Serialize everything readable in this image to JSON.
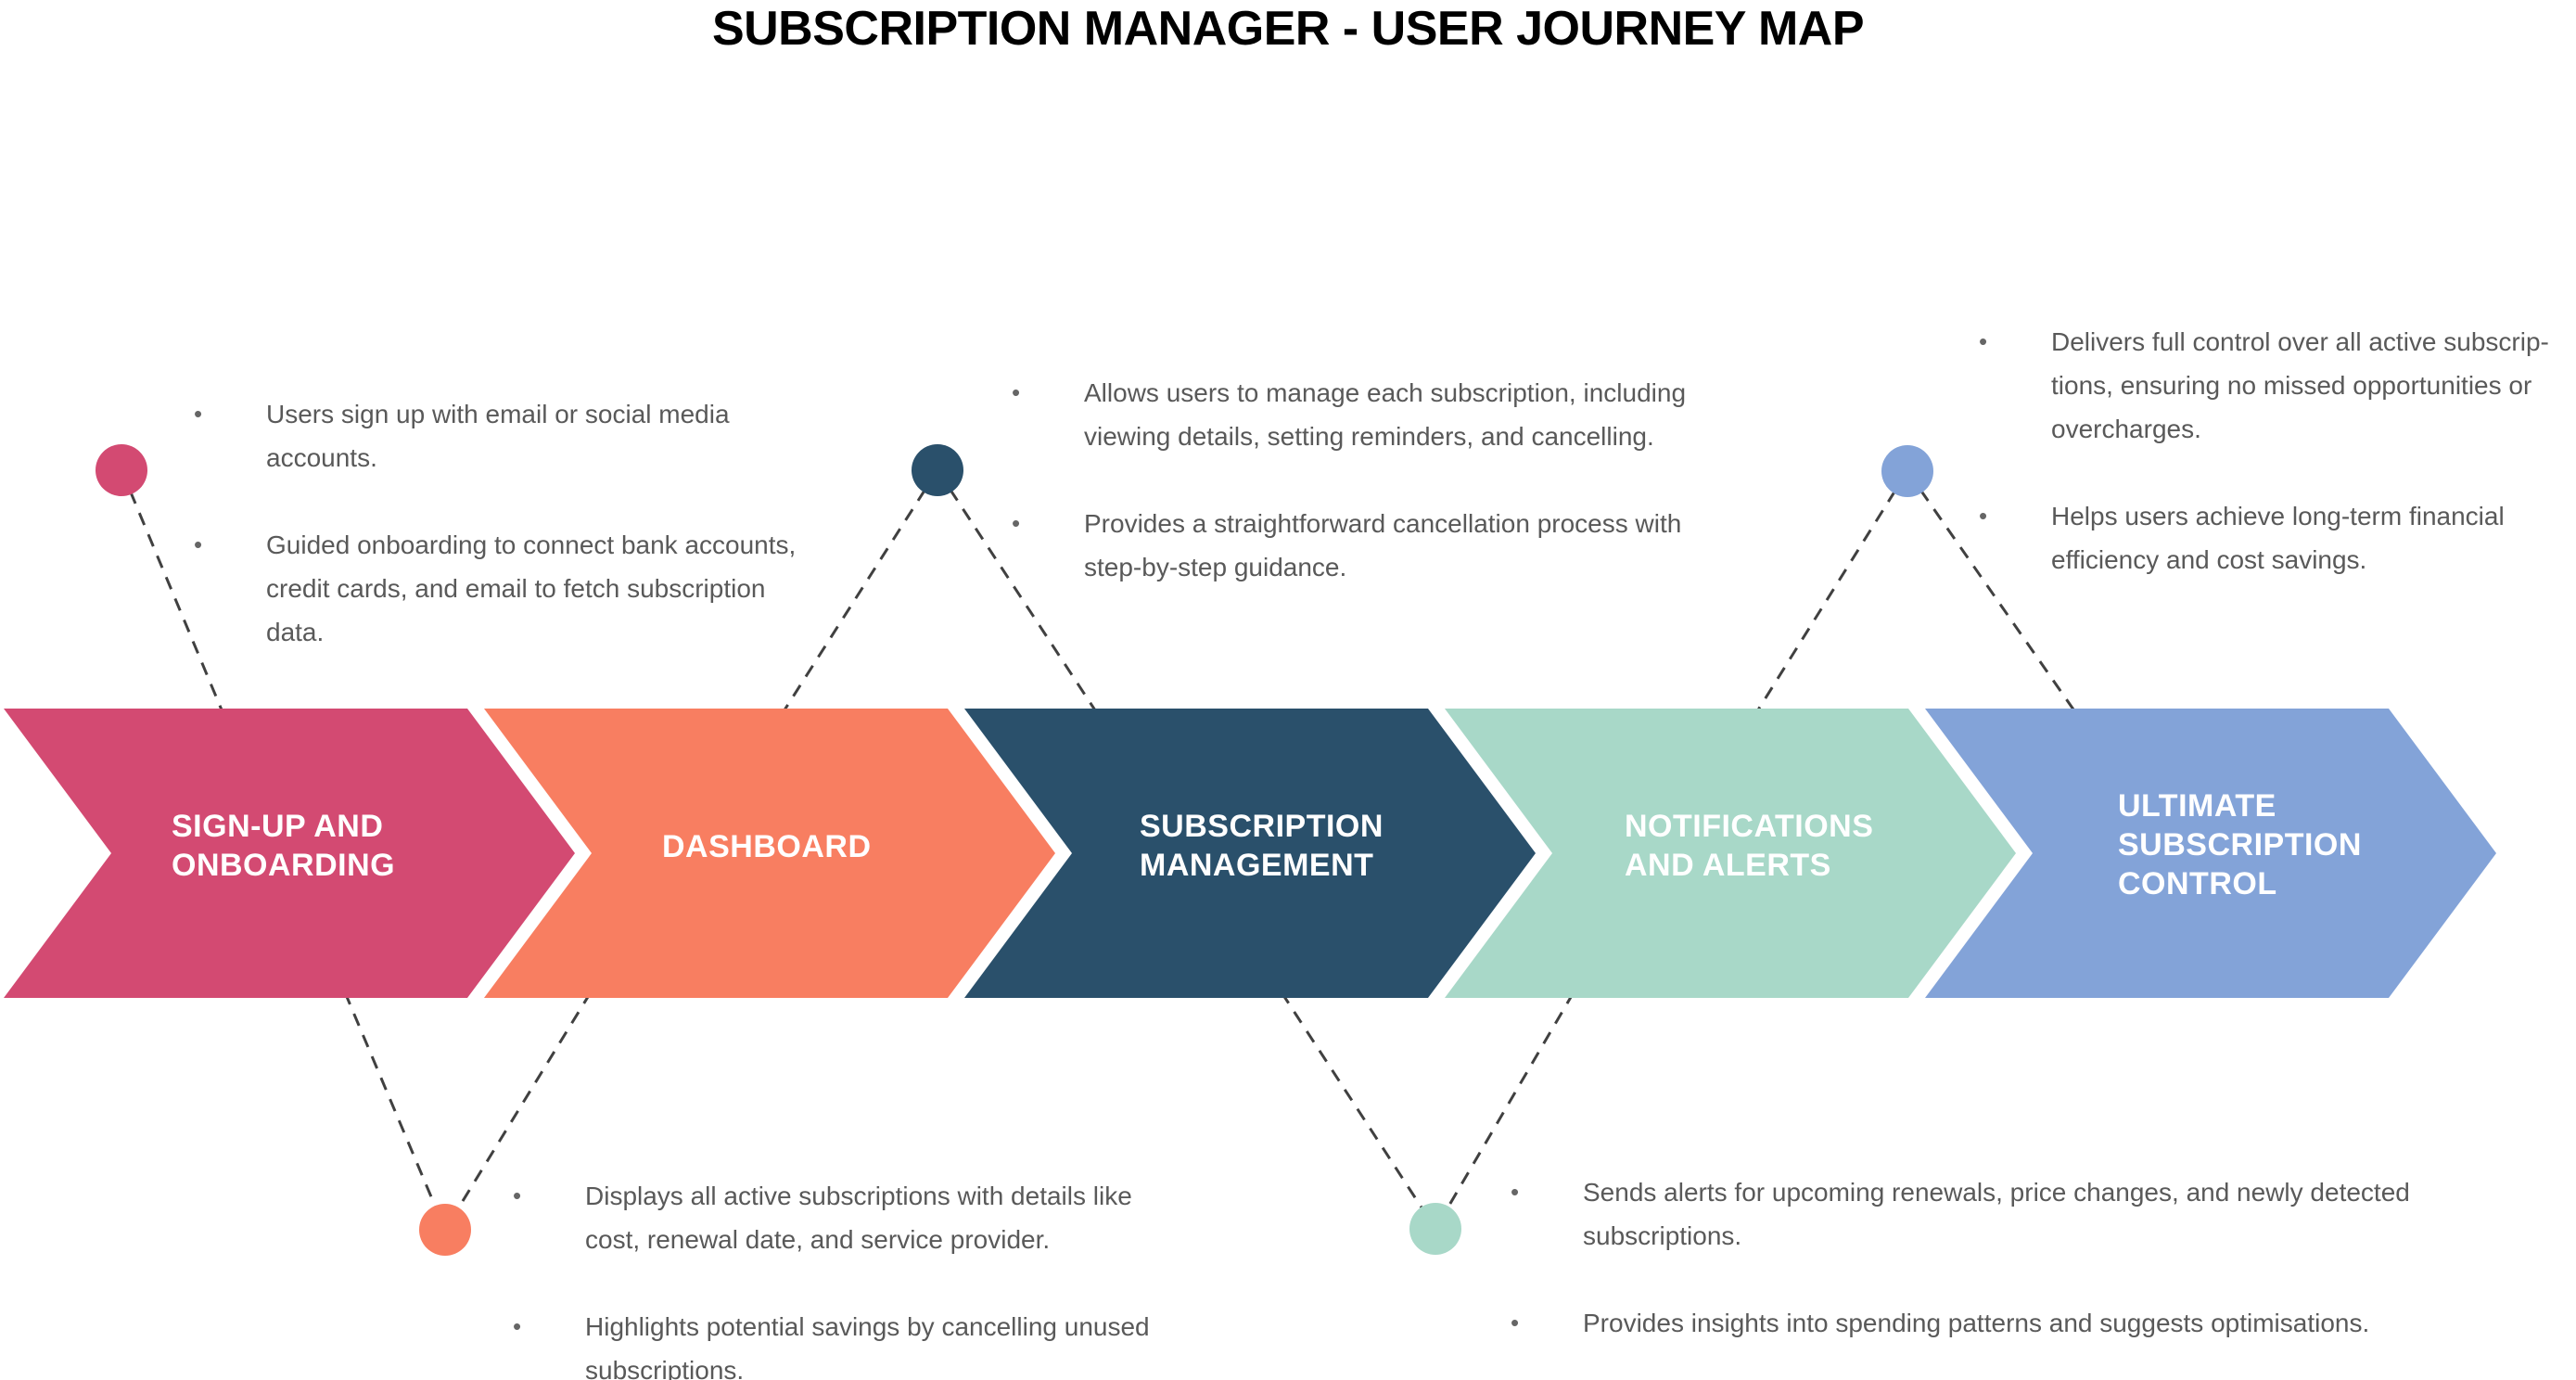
{
  "title": "SUBSCRIPTION MANAGER - USER JOURNEY MAP",
  "bullet_char": "•",
  "colors": {
    "background": "#ffffff",
    "title_text": "#000000",
    "note_text": "#595959",
    "stage_label_text": "#ffffff",
    "connector": "#404040"
  },
  "stages": [
    {
      "label": "SIGN-UP AND ONBOARDING",
      "color": "#d34a72",
      "callout_position": "top",
      "notes": [
        "Users sign up with email or social media accounts.",
        "Guided onboarding to connect bank accounts, credit cards, and email to fetch subscription data."
      ]
    },
    {
      "label": "DASHBOARD",
      "color": "#f87e61",
      "callout_position": "bottom",
      "notes": [
        "Displays all active subscriptions with details like cost, renewal date, and service provider.",
        "Highlights potential savings by cancelling unused subscriptions."
      ]
    },
    {
      "label": "SUBSCRIPTION MANAGEMENT",
      "color": "#2a506b",
      "callout_position": "top",
      "notes": [
        "Allows users to manage each subscription, including viewing details, setting reminders, and cancelling.",
        "Provides a straightforward cancellation process with step-by-step guidance."
      ]
    },
    {
      "label": "NOTIFICATIONS AND ALERTS",
      "color": "#a8d8c8",
      "callout_position": "bottom",
      "notes": [
        "Sends alerts for upcoming renewals, price changes, and newly detected subscriptions.",
        "Provides insights into spending patterns and suggests optimisations."
      ]
    },
    {
      "label": "ULTIMATE SUBSCRIPTION CONTROL",
      "color": "#83a3d8",
      "callout_position": "top",
      "notes": [
        "Delivers full control over all active subscrip-tions, ensuring no missed opportunities or overcharges.",
        "Helps users achieve long-term financial efficiency and cost savings."
      ]
    }
  ]
}
